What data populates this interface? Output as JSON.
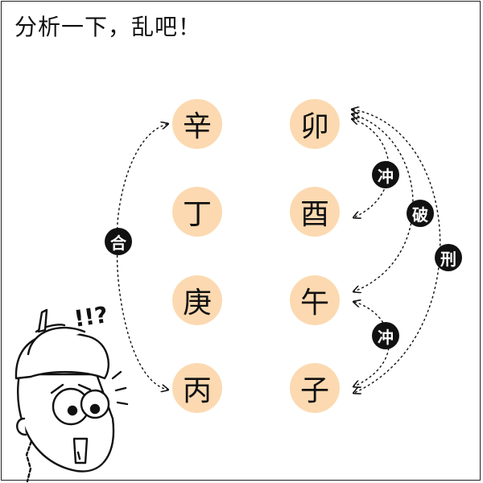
{
  "title": "分析一下，乱吧！",
  "left_column": [
    "辛",
    "丁",
    "庚",
    "丙"
  ],
  "right_column": [
    "卯",
    "酉",
    "午",
    "子"
  ],
  "relations": {
    "he": "合",
    "chong_top": "冲",
    "po": "破",
    "xing": "刑",
    "chong_bottom": "冲"
  },
  "character_exclaim": "!!?",
  "colors": {
    "circle_fill": "#fcd9b0",
    "badge_fill": "#111111",
    "line": "#111111"
  }
}
